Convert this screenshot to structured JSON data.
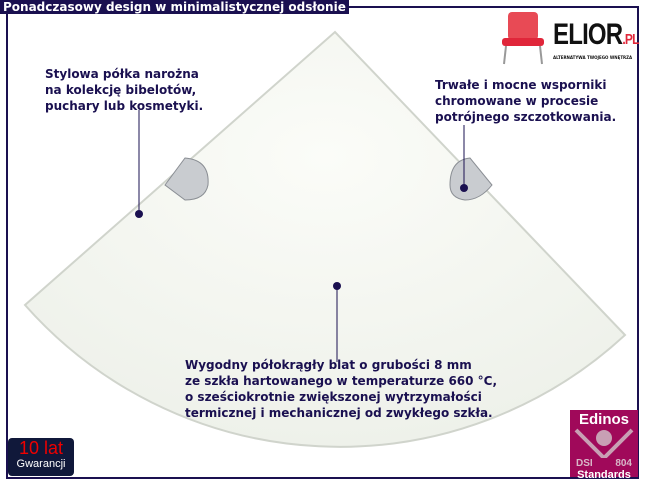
{
  "title": "Ponadczasowy design w minimalistycznej odsłonie",
  "logo": {
    "brand": "ELIOR",
    "suffix": ".PL",
    "slogan": "ALTERNATYWA TWOJEGO WNĘTRZA"
  },
  "callouts": {
    "left": [
      "Stylowa półka narożna",
      "na kolekcję bibelotów,",
      "puchary lub kosmetyki."
    ],
    "right": [
      "Trwałe i mocne wsporniki",
      "chromowane w procesie",
      "potrójnego szczotkowania."
    ],
    "center": [
      "Wygodny półokrągły blat o grubości 8 mm",
      "ze szkła hartowanego w temperaturze 660 °C,",
      "o sześciokrotnie zwiększonej wytrzymałości",
      "termicznej i mechanicznej od zwykłego szkła."
    ]
  },
  "warranty": {
    "years": "10 lat",
    "label": "Gwarancji"
  },
  "badge": {
    "brand": "Edinos",
    "left": "DSI",
    "right": "804",
    "label": "Standards"
  }
}
